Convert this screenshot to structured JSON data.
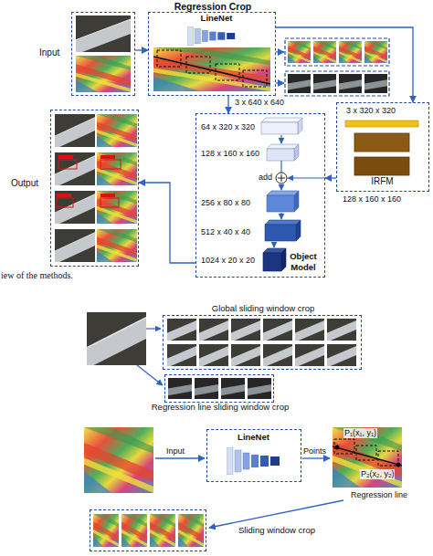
{
  "diagram": {
    "caption": "iew of the methods.",
    "nodes": [
      {
        "text": [
          "Input"
        ]
      },
      {
        "text": [
          "Regression Crop"
        ]
      },
      {
        "text": [
          "LineNet"
        ],
        "in": 1
      },
      {
        "text": [
          "IRFM"
        ]
      },
      {
        "text": [
          "Object Model"
        ]
      },
      {
        "text": [
          "Output"
        ]
      },
      {
        "text": [
          "Global sliding window crop"
        ]
      },
      {
        "text": [
          "Regression line sliding window crop"
        ]
      },
      {
        "text": [
          "LineNet"
        ]
      },
      {
        "text": [
          "Sliding window crop"
        ]
      }
    ],
    "edges": [
      {
        "from": 0,
        "to": 1,
        "arrow": "to"
      },
      {
        "from": 1,
        "to": 4,
        "label": "3 x 640 x 640",
        "arrow": "to"
      },
      {
        "from": 1,
        "to": 3,
        "label": "3 x 320 x 320",
        "arrow": "to"
      },
      {
        "from": 3,
        "to": 4,
        "label": "128 x 160 x 160",
        "arrow": "to"
      },
      {
        "from": 4,
        "to": 5,
        "arrow": "to"
      }
    ],
    "labels": [
      "64 x 320 x 320",
      "128 x 160 x 160",
      "add",
      "256 x 80 x 80",
      "512 x 40 x 40",
      "1024 x 20 x 20",
      "Input",
      "Points",
      "P₁(x₁, y₁)",
      "P₂(x₂, y₂)",
      "Regression line"
    ]
  }
}
